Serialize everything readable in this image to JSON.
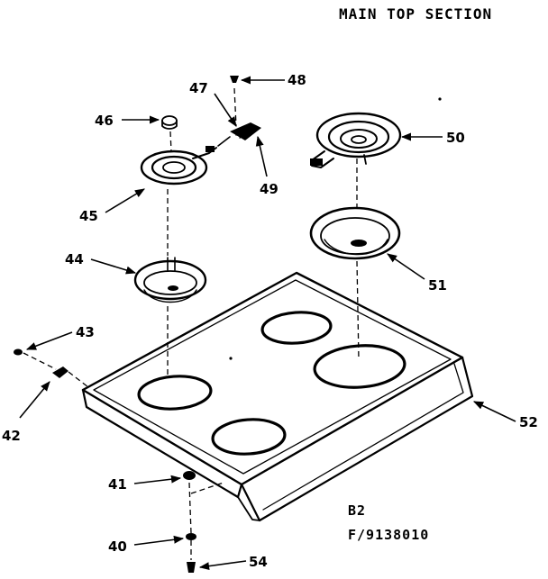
{
  "header": {
    "title": "MAIN TOP SECTION"
  },
  "footer": {
    "section_code": "B2",
    "figure_number": "F/9138010"
  },
  "callouts": [
    {
      "id": "p40",
      "label": "40"
    },
    {
      "id": "p41",
      "label": "41"
    },
    {
      "id": "p42",
      "label": "42"
    },
    {
      "id": "p43",
      "label": "43"
    },
    {
      "id": "p44",
      "label": "44"
    },
    {
      "id": "p45",
      "label": "45"
    },
    {
      "id": "p46",
      "label": "46"
    },
    {
      "id": "p47",
      "label": "47"
    },
    {
      "id": "p48",
      "label": "48"
    },
    {
      "id": "p49",
      "label": "49"
    },
    {
      "id": "p50",
      "label": "50"
    },
    {
      "id": "p51",
      "label": "51"
    },
    {
      "id": "p52",
      "label": "52"
    },
    {
      "id": "p54",
      "label": "54"
    }
  ]
}
